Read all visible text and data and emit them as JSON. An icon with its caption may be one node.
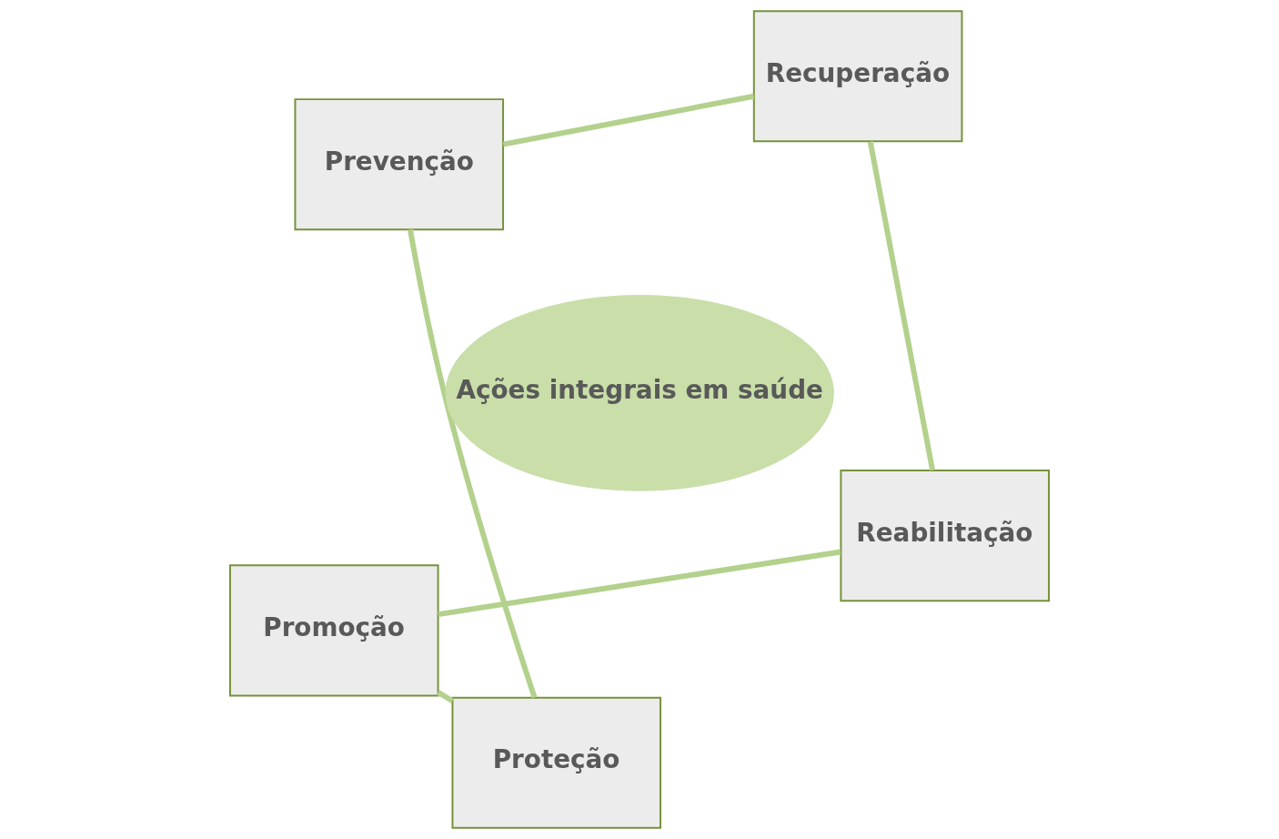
{
  "diagram": {
    "nodes": [
      {
        "text": [
          "Promoção"
        ]
      },
      {
        "text": [
          "Reabilitação"
        ]
      },
      {
        "text": [
          "Proteção"
        ]
      },
      {
        "text": [
          "Ações integrais em saúde"
        ]
      },
      {
        "text": [
          "Recuperação"
        ]
      },
      {
        "text": [
          "Prevenção"
        ]
      }
    ],
    "edges": [
      {
        "from": 0,
        "to": 2,
        "arrow": "none"
      },
      {
        "from": 2,
        "to": 5,
        "arrow": "none"
      },
      {
        "from": 5,
        "to": 4,
        "arrow": "none"
      },
      {
        "from": 4,
        "to": 1,
        "arrow": "none"
      },
      {
        "from": 1,
        "to": 0,
        "arrow": "none"
      }
    ]
  }
}
